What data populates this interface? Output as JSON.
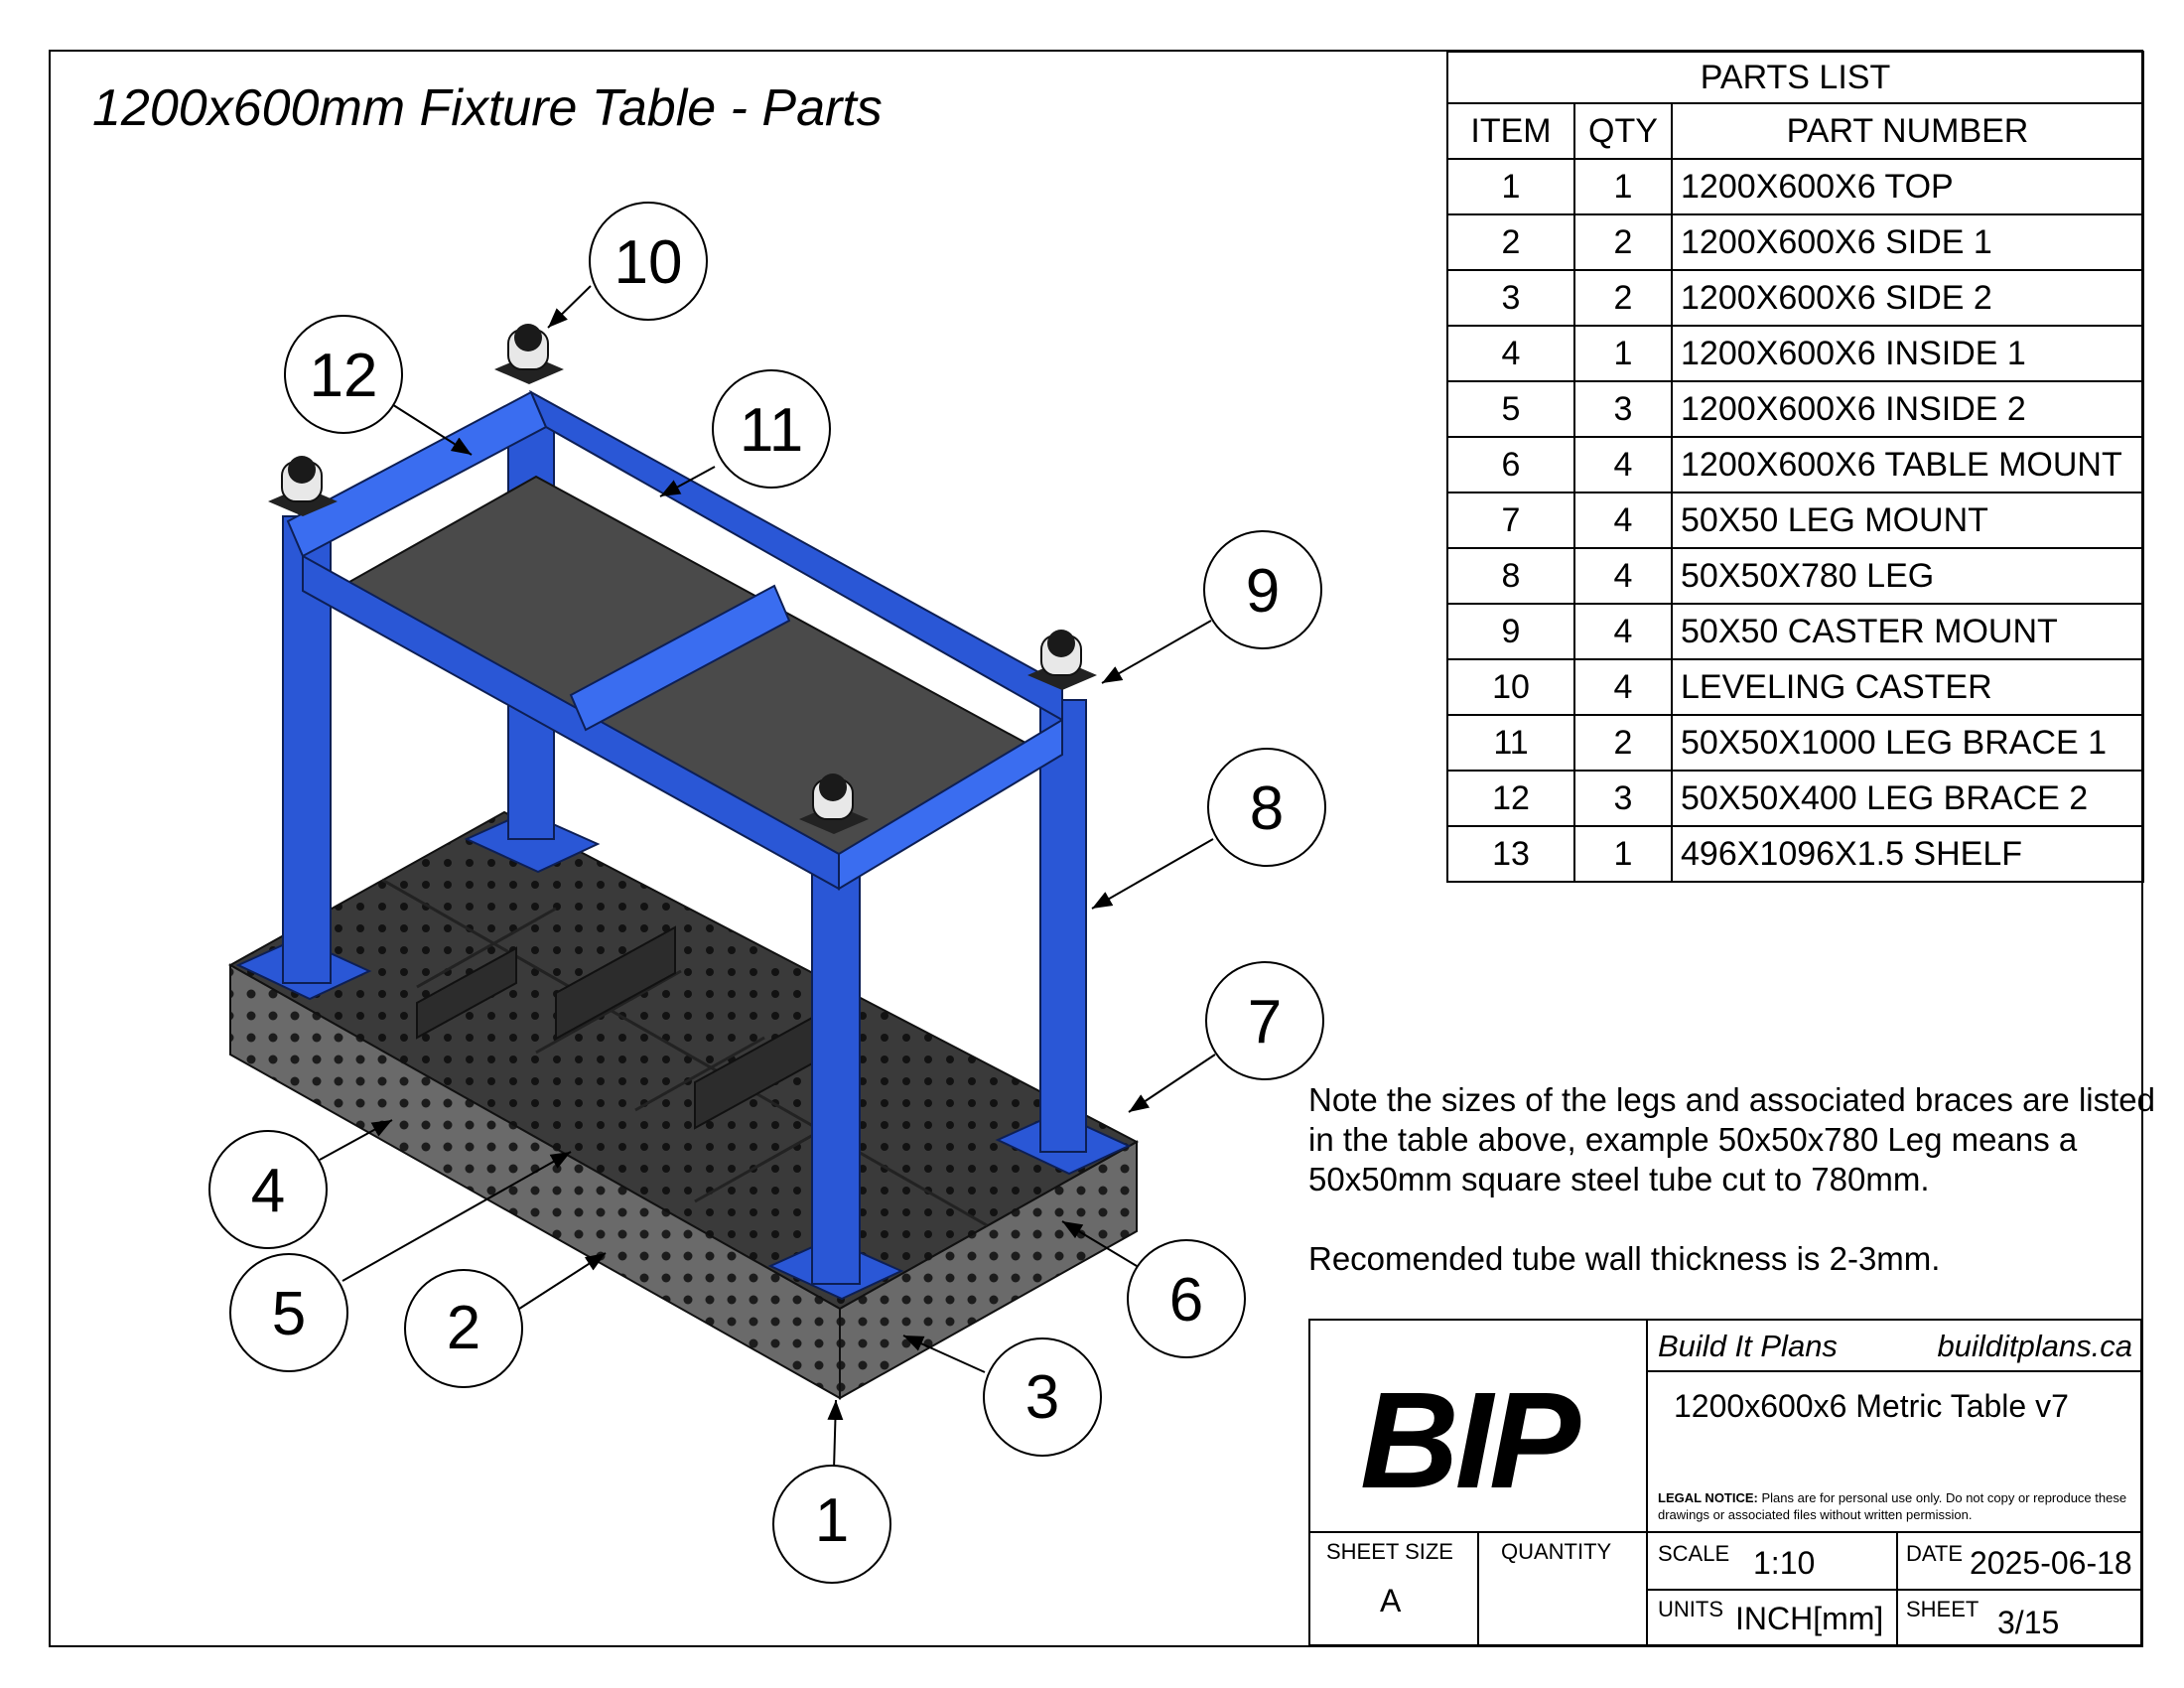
{
  "title": "1200x600mm Fixture Table - Parts",
  "colors": {
    "frame_blue": "#2a57d6",
    "steel_gray": "#5f5f5f",
    "shelf_gray": "#4a4a4a"
  },
  "balloons": [
    "1",
    "2",
    "3",
    "4",
    "5",
    "6",
    "7",
    "8",
    "9",
    "10",
    "11",
    "12"
  ],
  "parts_list": {
    "title": "PARTS LIST",
    "headers": [
      "ITEM",
      "QTY",
      "PART NUMBER"
    ],
    "rows": [
      [
        "1",
        "1",
        "1200X600X6 TOP"
      ],
      [
        "2",
        "2",
        "1200X600X6 SIDE 1"
      ],
      [
        "3",
        "2",
        "1200X600X6 SIDE 2"
      ],
      [
        "4",
        "1",
        "1200X600X6 INSIDE 1"
      ],
      [
        "5",
        "3",
        "1200X600X6 INSIDE 2"
      ],
      [
        "6",
        "4",
        "1200X600X6 TABLE MOUNT"
      ],
      [
        "7",
        "4",
        "50X50 LEG MOUNT"
      ],
      [
        "8",
        "4",
        "50X50X780 LEG"
      ],
      [
        "9",
        "4",
        "50X50 CASTER MOUNT"
      ],
      [
        "10",
        "4",
        "LEVELING CASTER"
      ],
      [
        "11",
        "2",
        "50X50X1000 LEG BRACE 1"
      ],
      [
        "12",
        "3",
        "50X50X400 LEG BRACE 2"
      ],
      [
        "13",
        "1",
        "496X1096X1.5 SHELF"
      ]
    ]
  },
  "note": {
    "p1": "Note the sizes of the legs and associated braces are listed in the table above, example 50x50x780 Leg means a 50x50mm square steel tube cut to 780mm.",
    "p2": "Recomended tube wall thickness is 2-3mm."
  },
  "title_block": {
    "logo": "BIP",
    "company": "Build It Plans",
    "website": "builditplans.ca",
    "drawing_title": "1200x600x6 Metric Table v7",
    "legal_label": "LEGAL NOTICE:",
    "legal_text": "Plans are for personal use only. Do not copy or reproduce these drawings or associated files without written permission.",
    "sheet_size_label": "SHEET SIZE",
    "sheet_size": "A",
    "quantity_label": "QUANTITY",
    "quantity": "",
    "scale_label": "SCALE",
    "scale": "1:10",
    "date_label": "DATE",
    "date": "2025-06-18",
    "units_label": "UNITS",
    "units": "INCH[mm]",
    "sheet_label": "SHEET",
    "sheet": "3/15"
  }
}
